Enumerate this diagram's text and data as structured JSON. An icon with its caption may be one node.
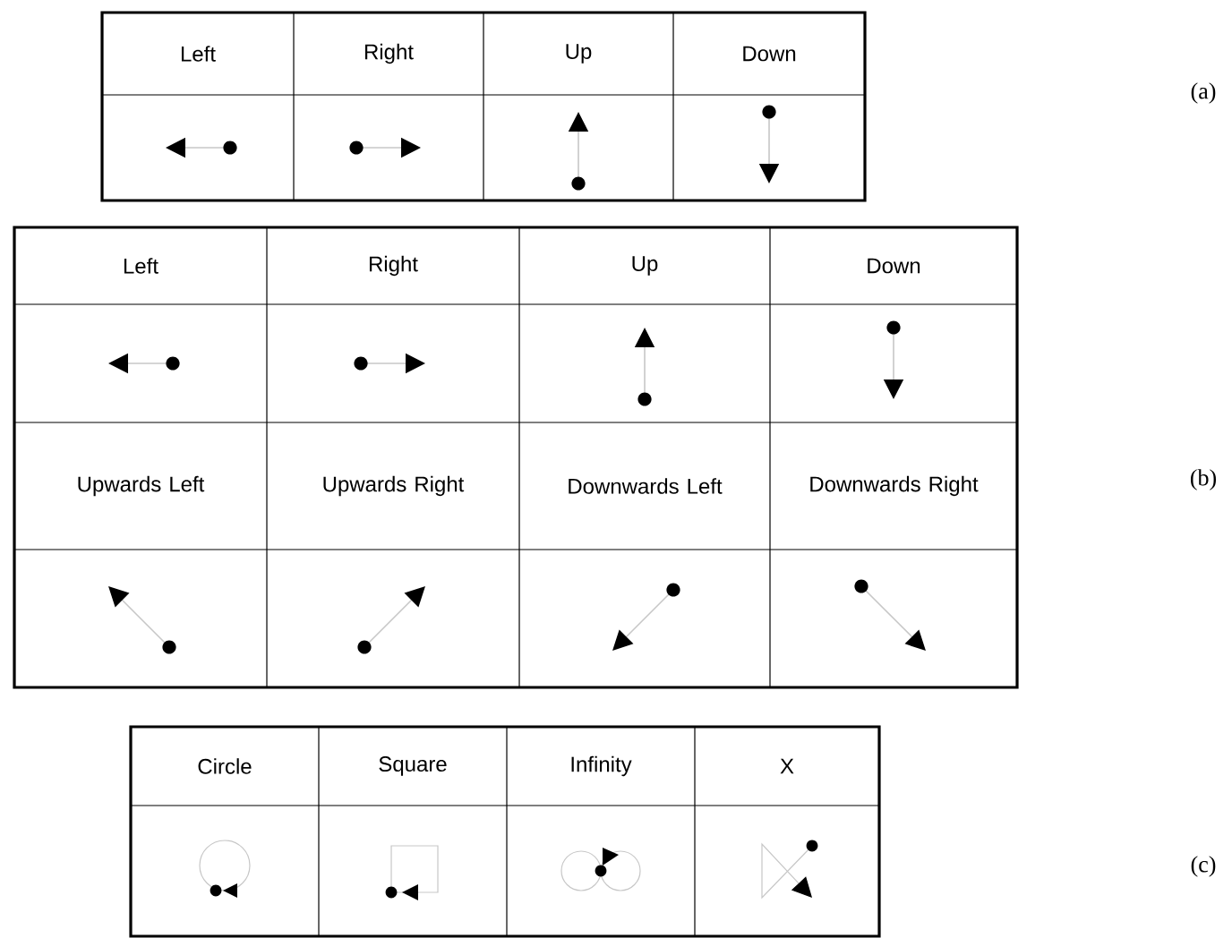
{
  "diagram": {
    "labels": [
      "Left",
      "Right",
      "Up",
      "Down",
      "(a)",
      "Left",
      "Right",
      "Up",
      "Down",
      "Upwards Left",
      "Upwards Right",
      "Downwards Left",
      "Downwards Right",
      "(b)",
      "Circle",
      "Square",
      "Infinity",
      "X",
      "(c)"
    ]
  }
}
